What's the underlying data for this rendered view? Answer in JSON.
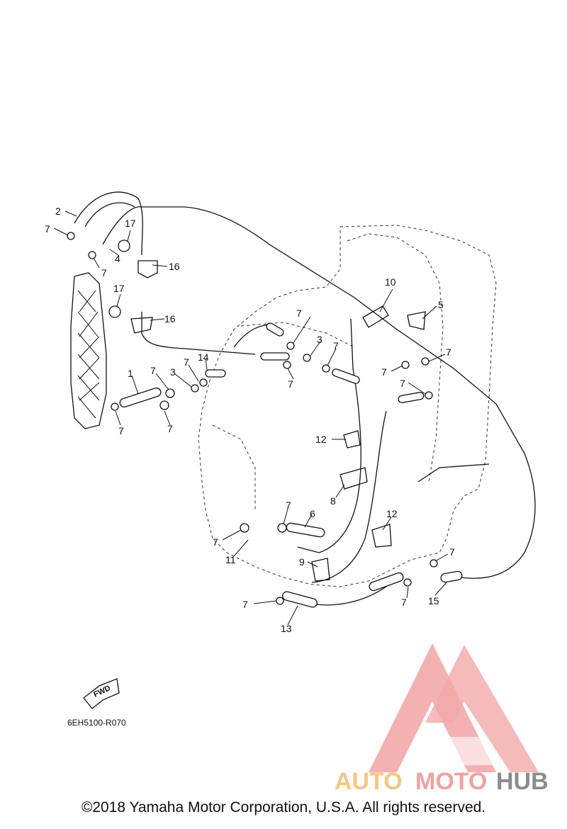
{
  "diagram": {
    "code": "6EH5100-R070",
    "fwd_label": "FWD",
    "copyright": "©2018 Yamaha Motor Corporation, U.S.A. All rights reserved.",
    "watermark": {
      "text_auto": "AUTO",
      "text_moto": "MOTO",
      "text_hub": "HUB",
      "color_red": "#f0a0a0",
      "color_orange": "#f5c77f",
      "color_gray": "#8c8c8c"
    },
    "callouts": [
      {
        "id": "c2a",
        "label": "2"
      },
      {
        "id": "c7a",
        "label": "7"
      },
      {
        "id": "c17a",
        "label": "17"
      },
      {
        "id": "c4",
        "label": "4"
      },
      {
        "id": "c7b",
        "label": "7"
      },
      {
        "id": "c16a",
        "label": "16"
      },
      {
        "id": "c17b",
        "label": "17"
      },
      {
        "id": "c16b",
        "label": "16"
      },
      {
        "id": "c10",
        "label": "10"
      },
      {
        "id": "c5",
        "label": "5"
      },
      {
        "id": "c7c",
        "label": "7"
      },
      {
        "id": "c3a",
        "label": "3"
      },
      {
        "id": "c7d",
        "label": "7"
      },
      {
        "id": "c7e",
        "label": "7"
      },
      {
        "id": "c14",
        "label": "14"
      },
      {
        "id": "c7f",
        "label": "7"
      },
      {
        "id": "c3b",
        "label": "3"
      },
      {
        "id": "c1",
        "label": "1"
      },
      {
        "id": "c7g",
        "label": "7"
      },
      {
        "id": "c7h",
        "label": "7"
      },
      {
        "id": "c7i",
        "label": "7"
      },
      {
        "id": "c7j",
        "label": "7"
      },
      {
        "id": "c7k",
        "label": "7"
      },
      {
        "id": "c7l",
        "label": "7"
      },
      {
        "id": "c12a",
        "label": "12"
      },
      {
        "id": "c8",
        "label": "8"
      },
      {
        "id": "c7m",
        "label": "7"
      },
      {
        "id": "c6",
        "label": "6"
      },
      {
        "id": "c12b",
        "label": "12"
      },
      {
        "id": "c7n",
        "label": "7"
      },
      {
        "id": "c11",
        "label": "11"
      },
      {
        "id": "c9",
        "label": "9"
      },
      {
        "id": "c7o",
        "label": "7"
      },
      {
        "id": "c15",
        "label": "15"
      },
      {
        "id": "c7p",
        "label": "7"
      },
      {
        "id": "c7q",
        "label": "7"
      },
      {
        "id": "c13",
        "label": "13"
      }
    ]
  }
}
